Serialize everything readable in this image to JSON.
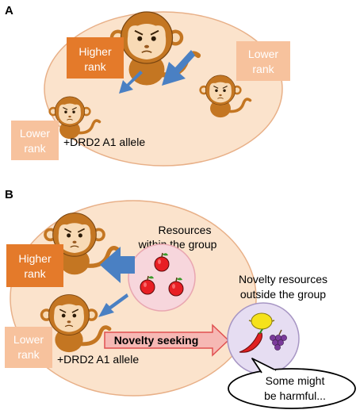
{
  "panel_a": {
    "label": "A",
    "higher_rank": [
      "Higher",
      "rank"
    ],
    "lower_rank_right": [
      "Lower",
      "rank"
    ],
    "lower_rank_left": [
      "Lower",
      "rank"
    ],
    "allele": "+DRD2 A1 allele"
  },
  "panel_b": {
    "label": "B",
    "resources_within": [
      "Resources",
      "within the group"
    ],
    "higher_rank": [
      "Higher",
      "rank"
    ],
    "lower_rank": [
      "Lower",
      "rank"
    ],
    "novelty_seeking": "Novelty seeking",
    "allele": "+DRD2 A1 allele",
    "novelty_resources": [
      "Novelty resources",
      "outside the group"
    ],
    "speech": [
      "Some might",
      "be harmful..."
    ]
  },
  "colors": {
    "group_fill": "#fbe3cc",
    "group_stroke": "#e8b088",
    "higher_rank": "#e47a2a",
    "lower_rank": "#f7c29d",
    "arrow_blue": "#4a80c3",
    "novelty_arrow": "#f6b8b4",
    "resources_circle": "#f7d6dc",
    "outside_circle": "#e6ddf2",
    "monkey_body": "#c47622",
    "monkey_face": "#f8dab5"
  }
}
